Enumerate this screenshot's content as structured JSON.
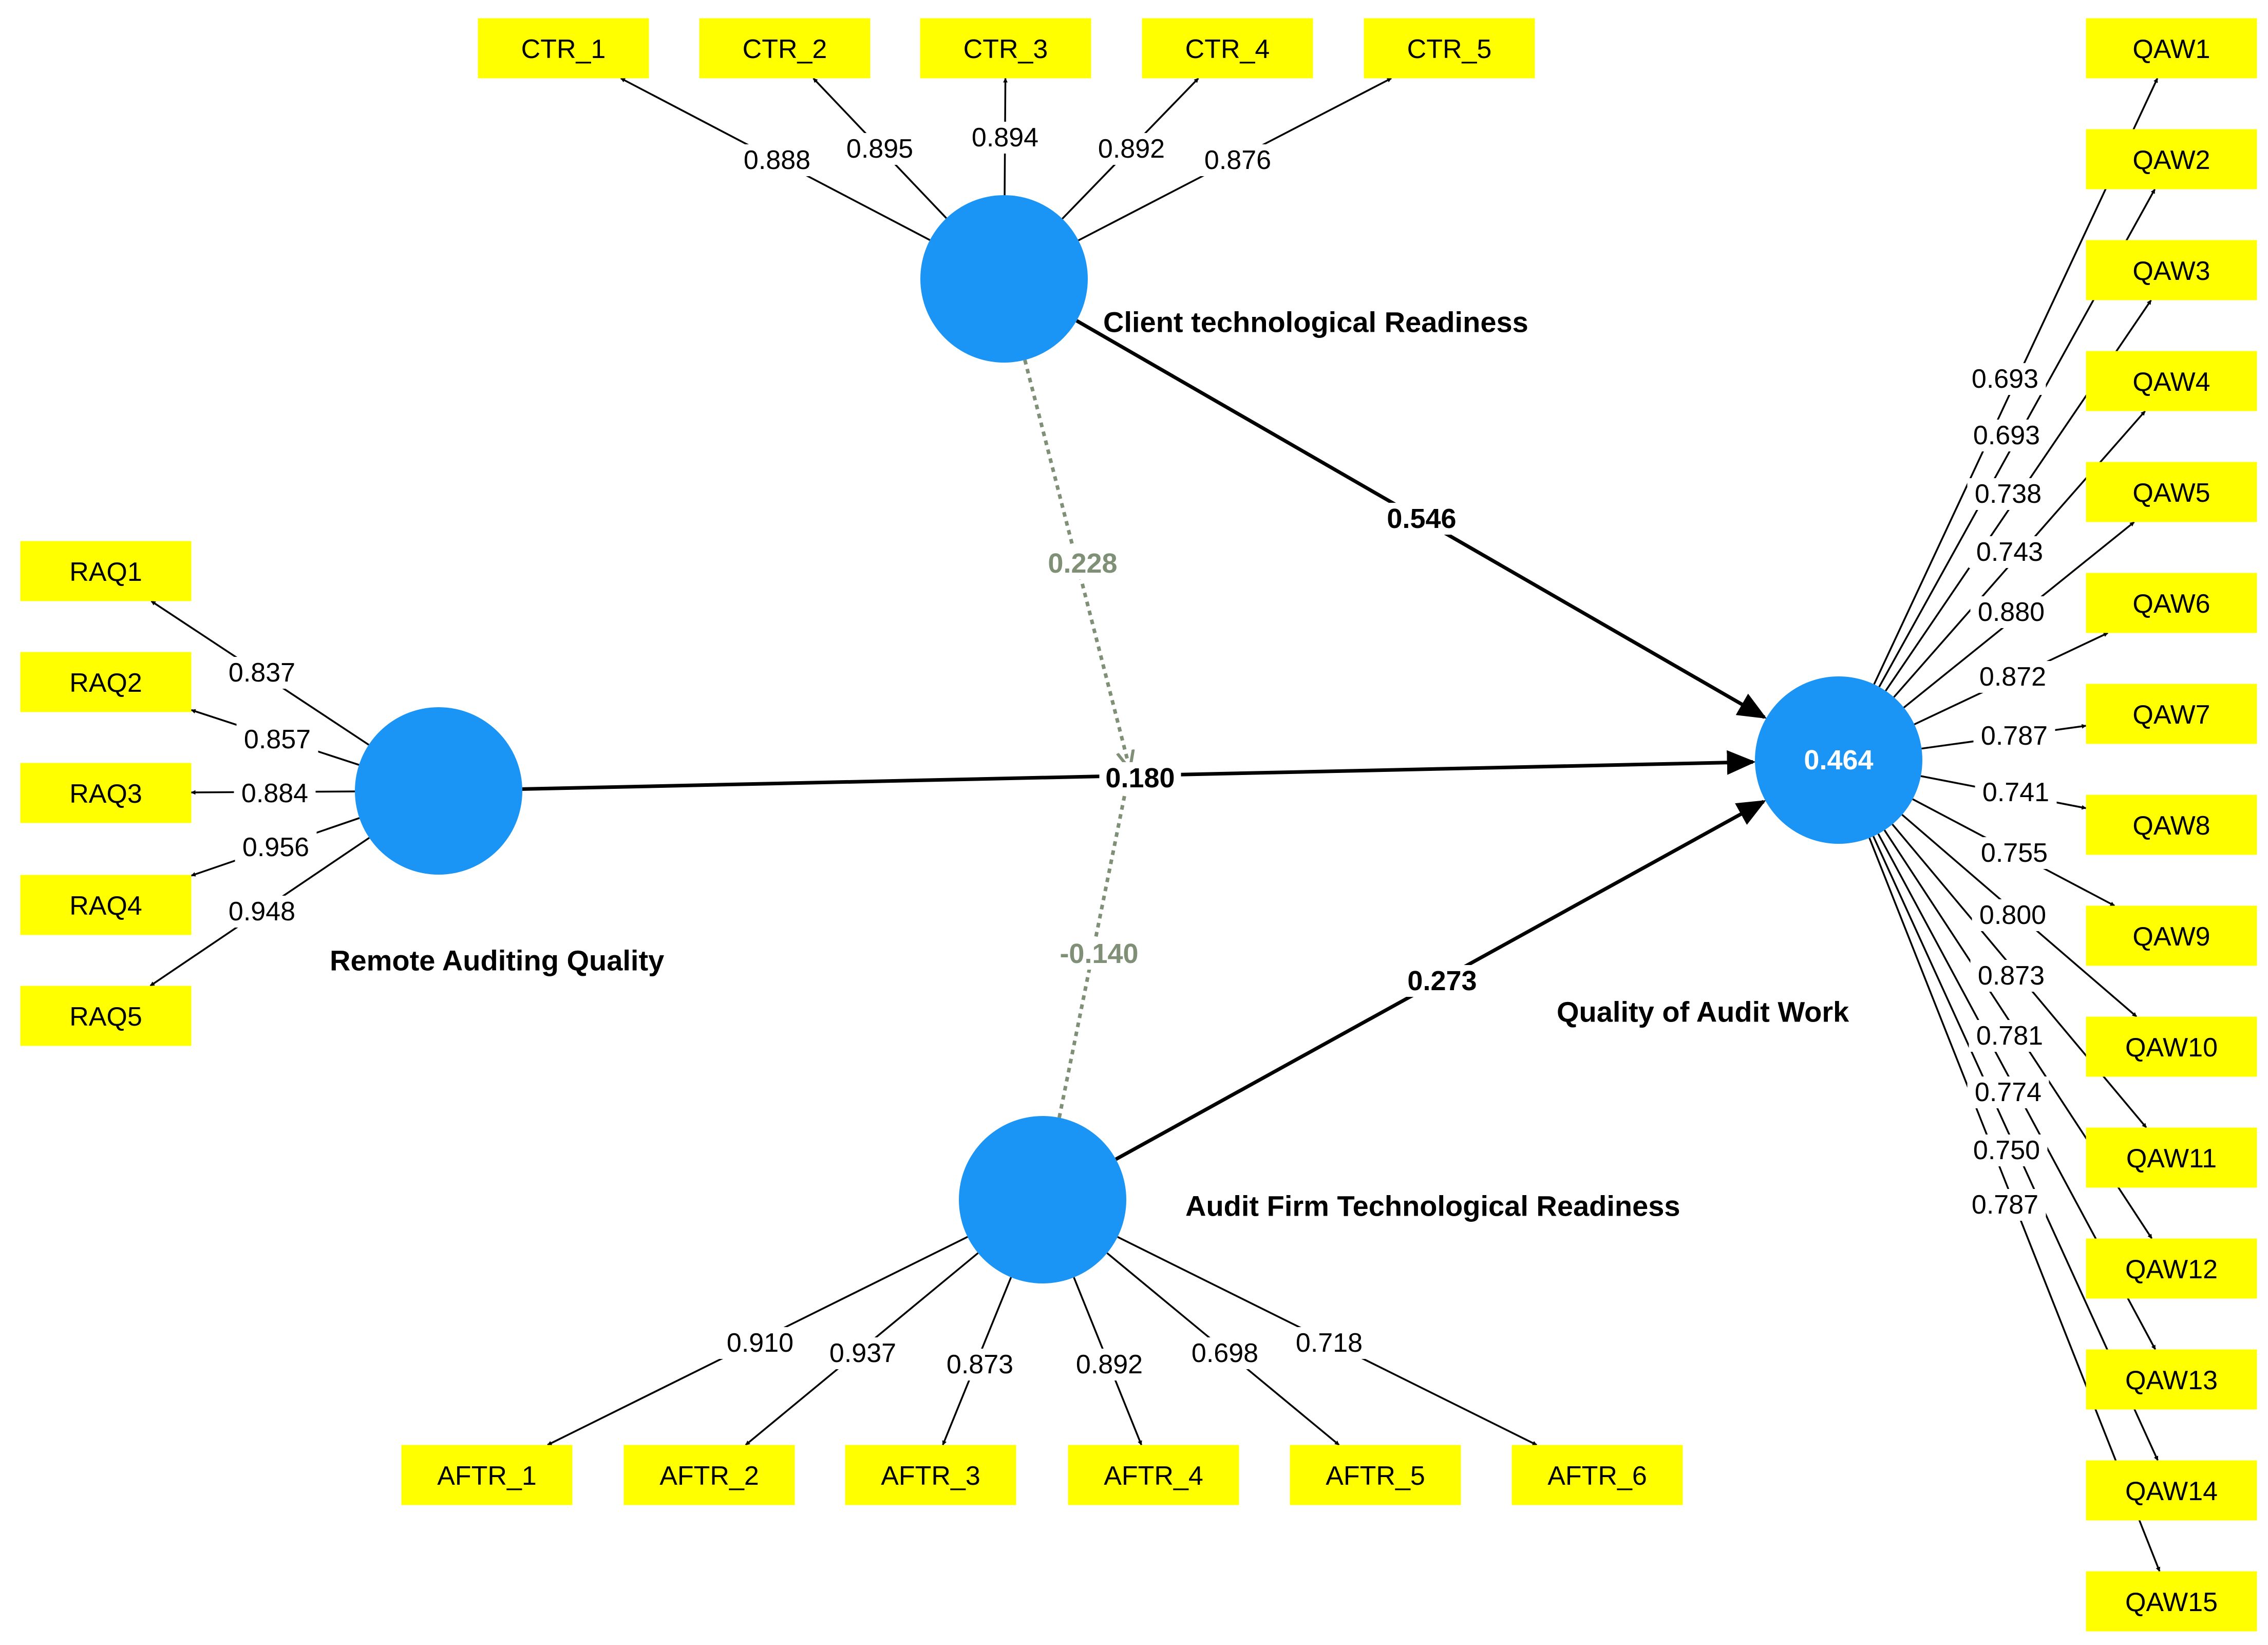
{
  "colors": {
    "latent_fill": "#1a94f5",
    "indicator_fill": "#ffff00",
    "moderator_line": "#7f9077",
    "edge": "#000000"
  },
  "latents": [
    {
      "id": "CTR",
      "label": "Client technological Readiness",
      "r2": ""
    },
    {
      "id": "RAQ",
      "label": "Remote Auditing Quality",
      "r2": ""
    },
    {
      "id": "QAW",
      "label": "Quality of Audit Work",
      "r2": "0.464"
    },
    {
      "id": "AFTR",
      "label": "Audit Firm Technological Readiness",
      "r2": ""
    }
  ],
  "indicators": {
    "CTR": [
      {
        "label": "CTR_1",
        "loading": "0.888"
      },
      {
        "label": "CTR_2",
        "loading": "0.895"
      },
      {
        "label": "CTR_3",
        "loading": "0.894"
      },
      {
        "label": "CTR_4",
        "loading": "0.892"
      },
      {
        "label": "CTR_5",
        "loading": "0.876"
      }
    ],
    "RAQ": [
      {
        "label": "RAQ1",
        "loading": "0.837"
      },
      {
        "label": "RAQ2",
        "loading": "0.857"
      },
      {
        "label": "RAQ3",
        "loading": "0.884"
      },
      {
        "label": "RAQ4",
        "loading": "0.956"
      },
      {
        "label": "RAQ5",
        "loading": "0.948"
      }
    ],
    "AFTR": [
      {
        "label": "AFTR_1",
        "loading": "0.910"
      },
      {
        "label": "AFTR_2",
        "loading": "0.937"
      },
      {
        "label": "AFTR_3",
        "loading": "0.873"
      },
      {
        "label": "AFTR_4",
        "loading": "0.892"
      },
      {
        "label": "AFTR_5",
        "loading": "0.698"
      },
      {
        "label": "AFTR_6",
        "loading": "0.718"
      }
    ],
    "QAW": [
      {
        "label": "QAW1",
        "loading": "0.693"
      },
      {
        "label": "QAW2",
        "loading": "0.693"
      },
      {
        "label": "QAW3",
        "loading": "0.738"
      },
      {
        "label": "QAW4",
        "loading": "0.743"
      },
      {
        "label": "QAW5",
        "loading": "0.880"
      },
      {
        "label": "QAW6",
        "loading": "0.872"
      },
      {
        "label": "QAW7",
        "loading": "0.787"
      },
      {
        "label": "QAW8",
        "loading": "0.741"
      },
      {
        "label": "QAW9",
        "loading": "0.755"
      },
      {
        "label": "QAW10",
        "loading": "0.800"
      },
      {
        "label": "QAW11",
        "loading": "0.873"
      },
      {
        "label": "QAW12",
        "loading": "0.781"
      },
      {
        "label": "QAW13",
        "loading": "0.774"
      },
      {
        "label": "QAW14",
        "loading": "0.750"
      },
      {
        "label": "QAW15",
        "loading": "0.787"
      }
    ]
  },
  "paths": [
    {
      "from": "CTR",
      "to": "QAW",
      "coef": "0.546"
    },
    {
      "from": "RAQ",
      "to": "QAW",
      "coef": "0.180"
    },
    {
      "from": "AFTR",
      "to": "QAW",
      "coef": "0.273"
    }
  ],
  "moderators": [
    {
      "from": "CTR",
      "coef": "0.228"
    },
    {
      "from": "AFTR",
      "coef": "-0.140"
    }
  ]
}
